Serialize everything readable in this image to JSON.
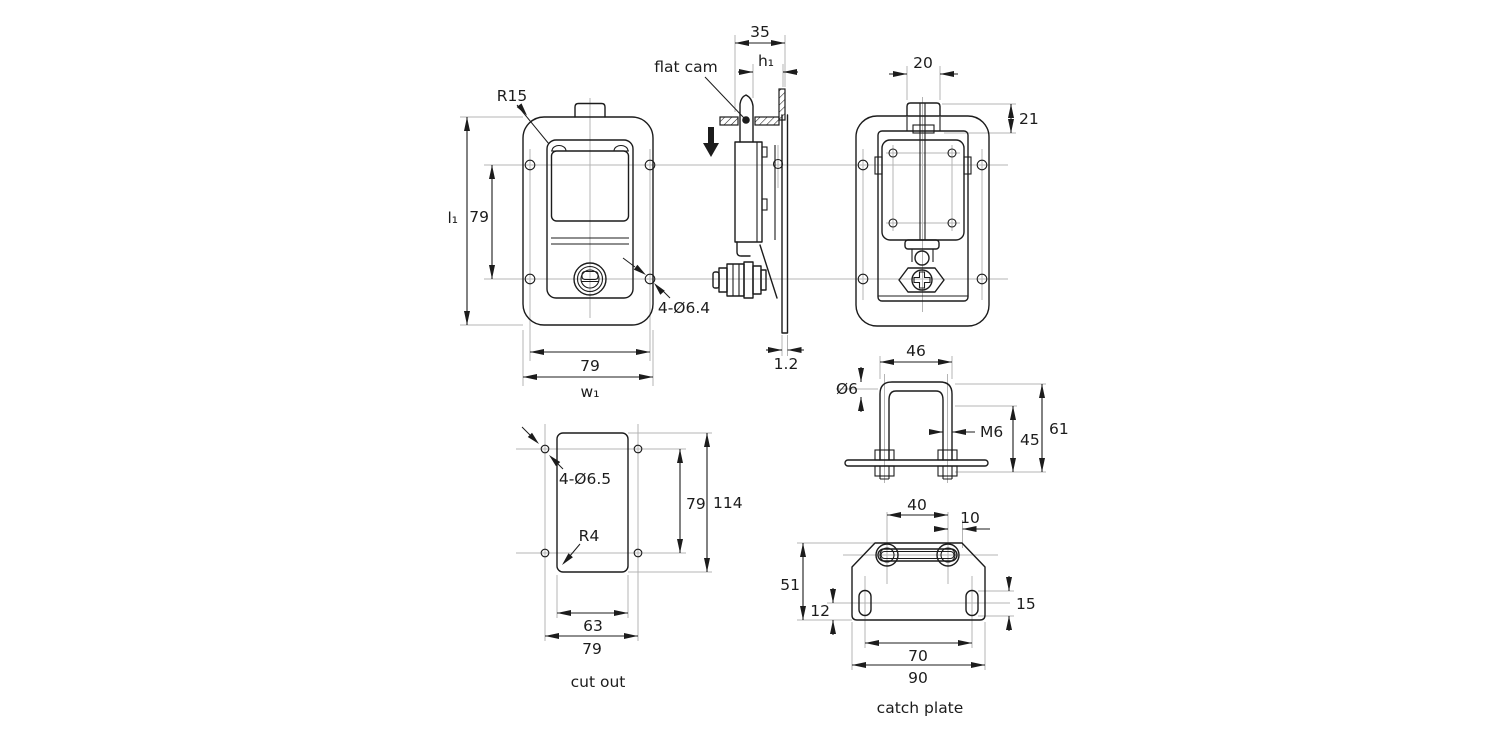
{
  "title": "paddle latch technical drawing",
  "colors": {
    "line": "#1c1c1c",
    "centerline": "#b4b4b4",
    "background": "#ffffff"
  },
  "views": {
    "front": {
      "dims": {
        "corner_radius": "R15",
        "overall_length": "l₁",
        "hole_spacing_v": "79",
        "hole_callout": "4-Ø6.4",
        "hole_spacing_h": "79",
        "overall_width": "w₁"
      }
    },
    "side": {
      "callout": "flat cam",
      "dims": {
        "depth": "35",
        "cam_height": "h₁",
        "panel_thickness": "1.2"
      }
    },
    "rear": {
      "dims": {
        "tab_width": "20",
        "tab_height": "21"
      }
    },
    "ubolt": {
      "dims": {
        "width": "46",
        "rod_diameter": "Ø6",
        "thread": "M6",
        "leg_length": "45",
        "overall_height": "61"
      }
    },
    "cutout": {
      "caption": "cut out",
      "dims": {
        "hole_callout": "4-Ø6.5",
        "corner_radius": "R4",
        "hole_spacing_v": "79",
        "height": "114",
        "width": "63",
        "hole_spacing_h": "79"
      }
    },
    "catch_plate": {
      "caption": "catch plate",
      "dims": {
        "rod_mount_spacing": "40",
        "edge_offset": "10",
        "height": "51",
        "slot_offset": "12",
        "slot_length": "15",
        "slot_spacing": "70",
        "width": "90"
      }
    }
  }
}
